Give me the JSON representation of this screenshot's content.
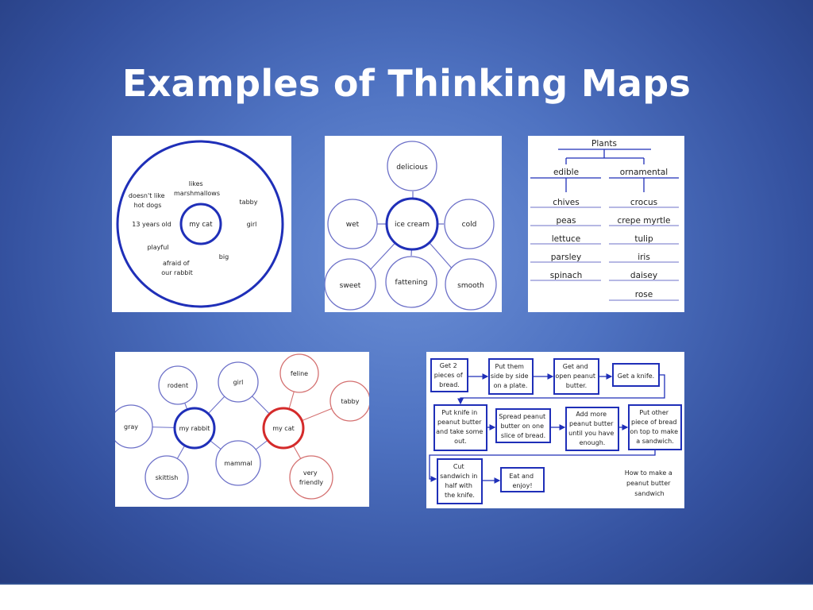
{
  "slide": {
    "title": "Examples of Thinking Maps",
    "colors": {
      "background": "#4f73c2",
      "title": "#ffffff",
      "blue_line": "#1f2fb8",
      "red_line": "#d42a2a",
      "thin_line": "#6c70c8"
    }
  },
  "circle_map": {
    "center": "my cat",
    "items": [
      [
        "likes",
        "marshmallows"
      ],
      [
        "doesn't like",
        "hot dogs"
      ],
      [
        "tabby"
      ],
      [
        "13 years old"
      ],
      [
        "girl"
      ],
      [
        "playful"
      ],
      [
        "big"
      ],
      [
        "afraid of",
        "our rabbit"
      ]
    ]
  },
  "bubble_map": {
    "center": "ice cream",
    "adjectives": [
      "delicious",
      "wet",
      "cold",
      "sweet",
      "fattening",
      "smooth"
    ]
  },
  "tree_map": {
    "root": "Plants",
    "branches": [
      {
        "heading": "edible",
        "items": [
          "chives",
          "peas",
          "lettuce",
          "parsley",
          "spinach"
        ]
      },
      {
        "heading": "ornamental",
        "items": [
          "crocus",
          "crepe myrtle",
          "tulip",
          "iris",
          "daisey",
          "rose"
        ]
      }
    ]
  },
  "double_bubble_map": {
    "left": "my rabbit",
    "right": "my cat",
    "shared": [
      "girl",
      "mammal"
    ],
    "left_only": [
      "rodent",
      "gray",
      "skittish"
    ],
    "right_only": [
      "feline",
      "tabby",
      "very friendly"
    ]
  },
  "flow_map": {
    "steps": [
      [
        "Get 2",
        "pieces of",
        "bread."
      ],
      [
        "Put them",
        "side by side",
        "on a plate."
      ],
      [
        "Get and",
        "open peanut",
        "butter."
      ],
      [
        "Get a knife."
      ],
      [
        "Put knife in",
        "peanut butter",
        "and take some",
        "out."
      ],
      [
        "Spread peanut",
        "butter on one",
        "slice of bread."
      ],
      [
        "Add more",
        "peanut butter",
        "until you have",
        "enough."
      ],
      [
        "Put other",
        "piece of bread",
        "on top to make",
        "a sandwich."
      ],
      [
        "Cut",
        "sandwich in",
        "half with",
        "the knife."
      ],
      [
        "Eat and",
        "enjoy!"
      ]
    ],
    "caption": [
      "How to make a",
      "peanut butter",
      "sandwich"
    ]
  }
}
